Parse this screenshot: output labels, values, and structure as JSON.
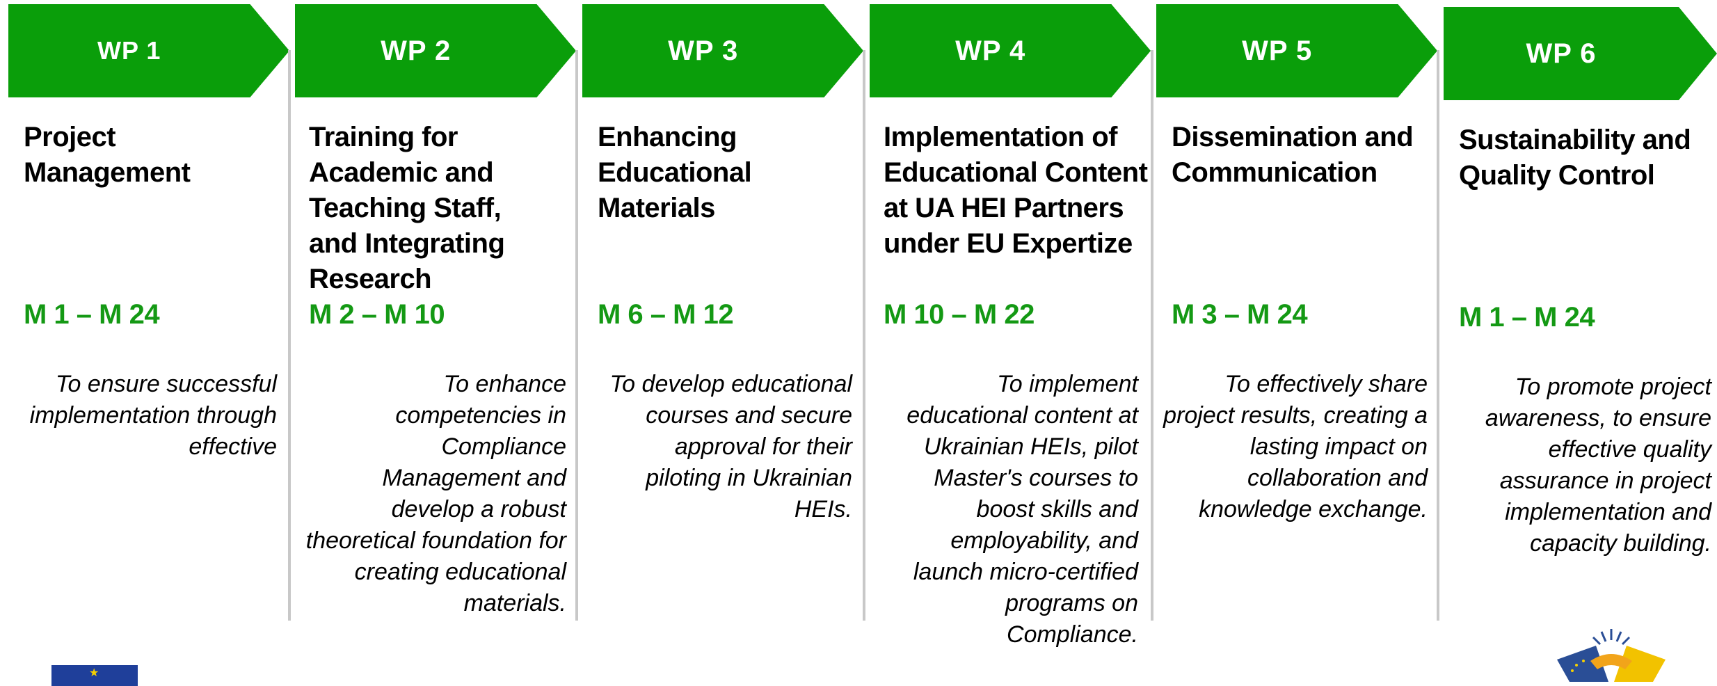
{
  "colors": {
    "green": "#0a9e0a",
    "period_green": "#149914",
    "divider": "#c8c8c8"
  },
  "work_packages": [
    {
      "label": "WP 1",
      "title": "Project Management",
      "period": "M 1 – M 24",
      "description": "To ensure successful implementation through effective"
    },
    {
      "label": "WP 2",
      "title": "Training for Academic and Teaching Staff, and Integrating Research",
      "period": "M 2 – M 10",
      "description": "To enhance competencies in Compliance Management and develop a robust theoretical foundation for creating educational materials."
    },
    {
      "label": "WP 3",
      "title": "Enhancing Educational Materials",
      "period": "M 6 – M 12",
      "description": "To develop educational courses and secure approval for their piloting in Ukrainian HEIs."
    },
    {
      "label": "WP 4",
      "title": "Implementation of Educational Content at UA HEI Partners under EU Expertize",
      "period": "M 10 – M 22",
      "description": "To implement educational content at Ukrainian HEIs, pilot Master's courses to boost skills and employability, and launch micro-certified programs on Compliance."
    },
    {
      "label": "WP 5",
      "title": "Dissemination and Communication",
      "period": "M 3 – M 24",
      "description": "To effectively share project results, creating a lasting impact on collaboration and knowledge exchange."
    },
    {
      "label": "WP 6",
      "title": "Sustainability and Quality Control",
      "period": "M 1 – M 24",
      "description": "To promote project awareness,  to ensure effective quality assurance in project implementation and capacity building."
    }
  ],
  "logos": {
    "left": "eu-flag-logo",
    "right": "handshake-logo"
  }
}
